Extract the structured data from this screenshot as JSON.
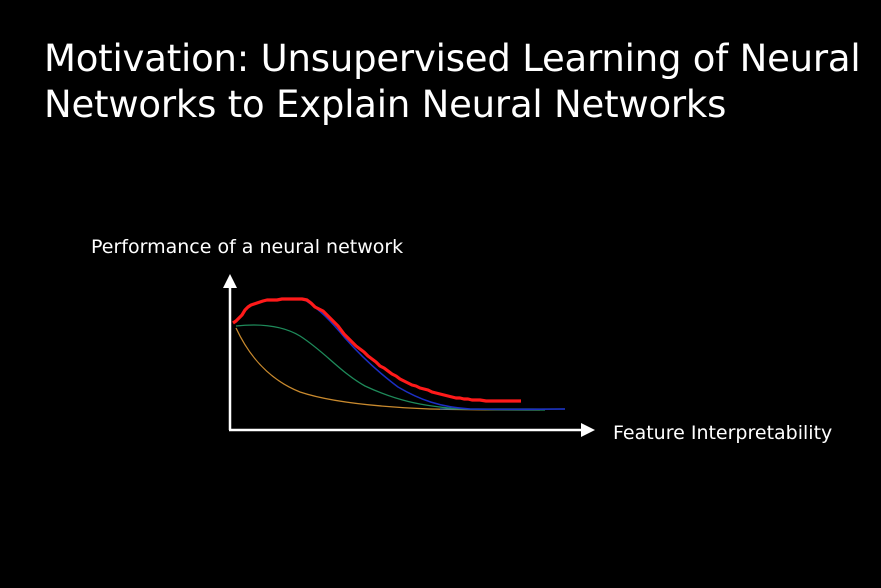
{
  "slide": {
    "title_line1": "Motivation: Unsupervised Learning of Neural",
    "title_line2": "Networks to Explain Neural Networks"
  },
  "figure": {
    "y_axis_label": "Performance of a neural network",
    "x_axis_label": "Feature Interpretability",
    "background": "#000000",
    "axis_color": "#ffffff",
    "curves": [
      {
        "color": "#ff1a1a"
      },
      {
        "color": "#1c2fc4"
      },
      {
        "color": "#1e8a5a"
      },
      {
        "color": "#c98a2e"
      },
      {
        "color": "#2a6fb0"
      }
    ]
  }
}
